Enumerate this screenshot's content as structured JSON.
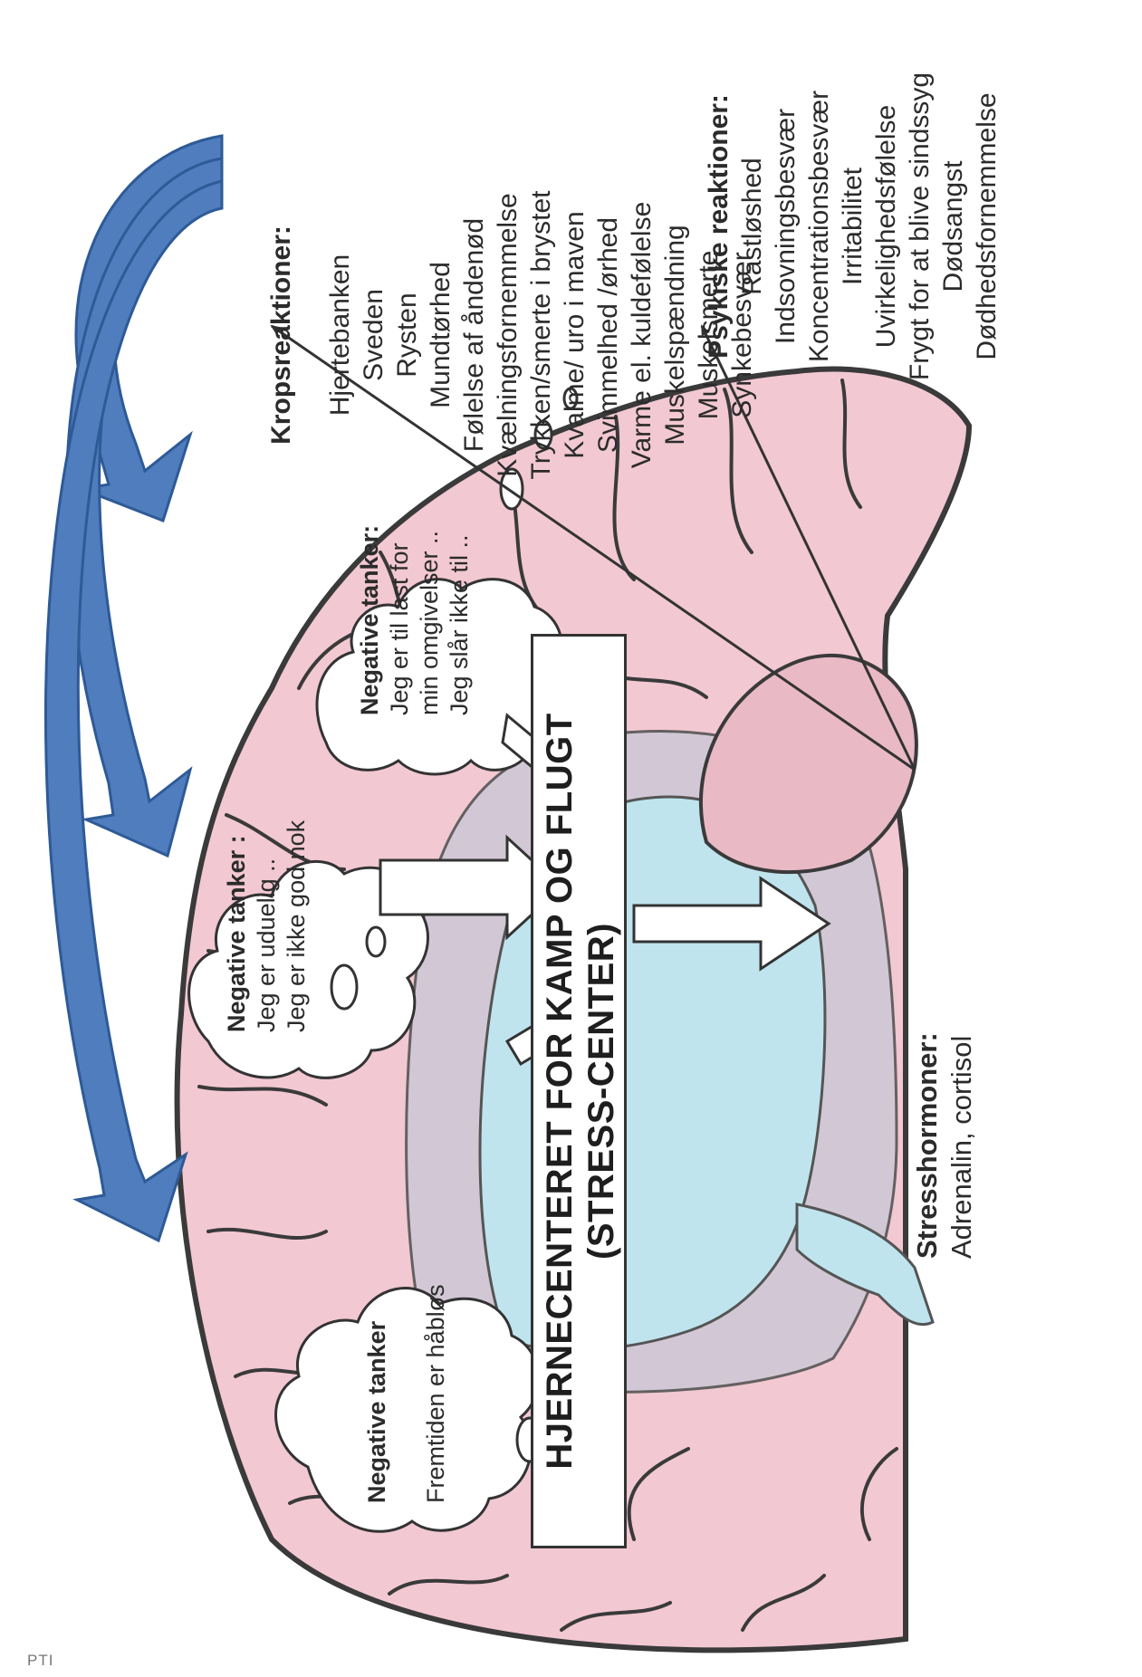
{
  "body_reactions": {
    "title": "Kropsreaktioner:",
    "items": [
      "Hjertebanken",
      "Sveden",
      "Rysten",
      "Mundtørhed",
      "Følelse af åndenød",
      "Kvælningsfornemmelse",
      "Trykken/smerte i brystet",
      "Kvalme/ uro i maven",
      "Svimmelhed /ørhed",
      "Varme el. kuldefølelse",
      "Muskelspændning",
      "Muskelsmerte",
      "Synkebesvær"
    ]
  },
  "psychic_reactions": {
    "title": "Psykiske reaktioner:",
    "items": [
      "Rastløshed",
      "Indsovningsbesvær",
      "Koncentrationsbesvær",
      "Irritabilitet",
      "Uvirkelighedsfølelse",
      "Frygt for at blive sindssyg",
      "Dødsangst",
      "Dødhedsfornemmelse"
    ]
  },
  "thoughts": [
    {
      "title": "Negative tanker:",
      "lines": [
        "Jeg er til last for",
        "min omgivelser ..",
        "Jeg slår ikke til .."
      ]
    },
    {
      "title": "Negative tanker :",
      "lines": [
        "Jeg er uduelig ..",
        "Jeg er ikke god nok"
      ]
    },
    {
      "title": "Negative tanker",
      "lines": [
        "Fremtiden er håbløs"
      ]
    }
  ],
  "center": {
    "line1": "HJERNECENTERET FOR KAMP OG FLUGT",
    "line2": "(STRESS-CENTER)"
  },
  "hormones": {
    "title": "Stresshormoner:",
    "text": "Adrenalin, cortisol"
  },
  "footer": {
    "text": "PTI"
  },
  "colors": {
    "brain": "#f2c8d2",
    "stress_center": "#bfe4ee",
    "arrows": "#4f7dbe",
    "outline": "#333333"
  }
}
